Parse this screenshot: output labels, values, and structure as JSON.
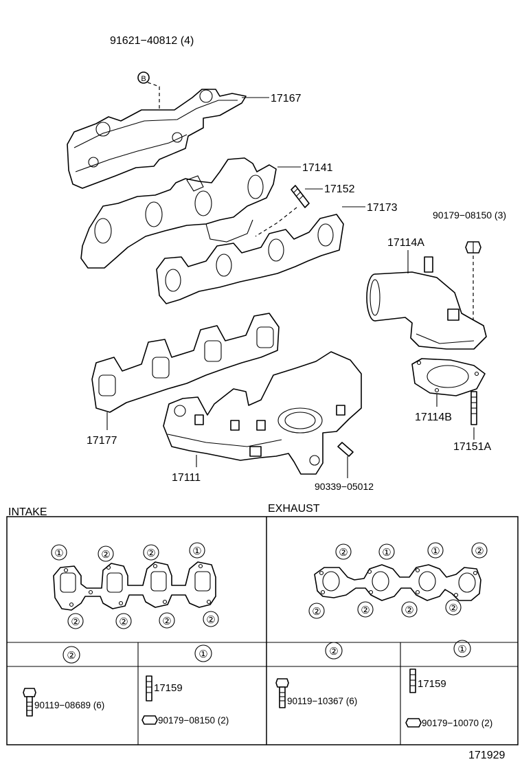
{
  "parts": {
    "p91621": "91621−40812 (4)",
    "nut_b": "B",
    "p17167": "17167",
    "p17141": "17141",
    "p17152": "17152",
    "p17173": "17173",
    "p90179_3": "90179−08150 (3)",
    "p17114A": "17114A",
    "p17114B": "17114B",
    "p17151A": "17151A",
    "p17177": "17177",
    "p17111": "17111",
    "p90339": "90339−05012"
  },
  "sections": {
    "intake": "INTAKE",
    "exhaust": "EXHAUST"
  },
  "intake_markers": {
    "top": [
      "①",
      "②",
      "②",
      "①"
    ],
    "bottom": [
      "②",
      "②",
      "②",
      "②"
    ]
  },
  "exhaust_markers": {
    "top": [
      "②",
      "①",
      "①",
      "②"
    ],
    "bottom": [
      "②",
      "②",
      "②",
      "②"
    ]
  },
  "bolt_table": {
    "headers": [
      "②",
      "①",
      "②",
      "①"
    ],
    "cells": {
      "c1_a": "90119−08689 (6)",
      "c2_a": "17159",
      "c2_b": "90179−08150 (2)",
      "c3_a": "90119−10367 (6)",
      "c4_a": "17159",
      "c4_b": "90179−10070 (2)"
    }
  },
  "figure_number": "171929"
}
